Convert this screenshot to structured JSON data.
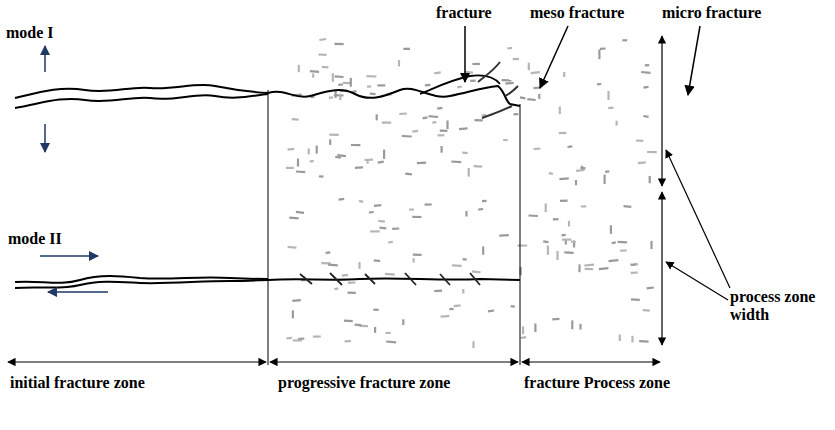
{
  "diagram": {
    "labels": [
      "fracture",
      "meso fracture",
      "micro fracture",
      "mode I",
      "process zone width",
      "mode II",
      "initial fracture zone",
      "progressive fracture zone",
      "fracture Process zone"
    ]
  }
}
